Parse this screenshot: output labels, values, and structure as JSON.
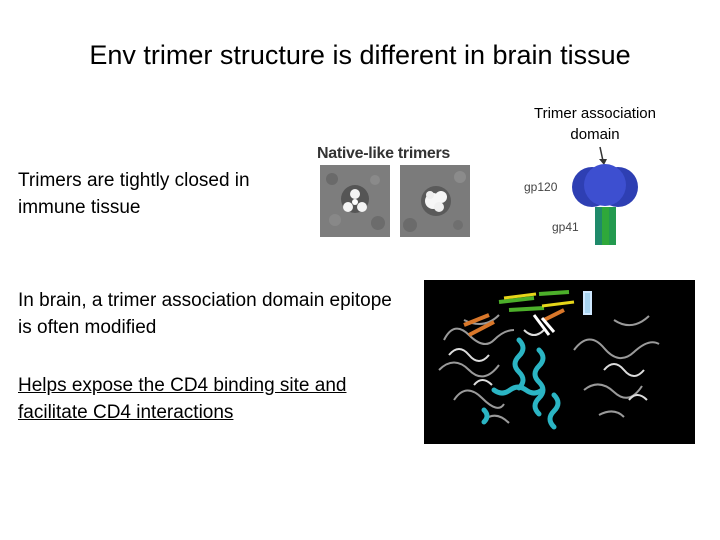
{
  "title": "Env trimer structure is different in brain tissue",
  "schematic": {
    "association_label": "Trimer association domain",
    "gp120_label": "gp120",
    "gp41_label": "gp41",
    "colors": {
      "gp120": "#2e3fb3",
      "gp41_teal": "#1f8a6a",
      "gp41_green": "#2fa83a",
      "arrow": "#333333"
    }
  },
  "native_label": "Native-like trimers",
  "texts": {
    "immune": "Trimers are tightly closed in immune tissue",
    "brain": "In brain, a trimer association domain epitope is often modified",
    "cd4": "Helps expose the CD4 binding site and facilitate CD4 interactions"
  },
  "colors": {
    "structure_bg": "#000000",
    "helix_cyan": "#2bb5c4",
    "strand_green": "#4caf2a",
    "strand_orange": "#d9772a"
  }
}
